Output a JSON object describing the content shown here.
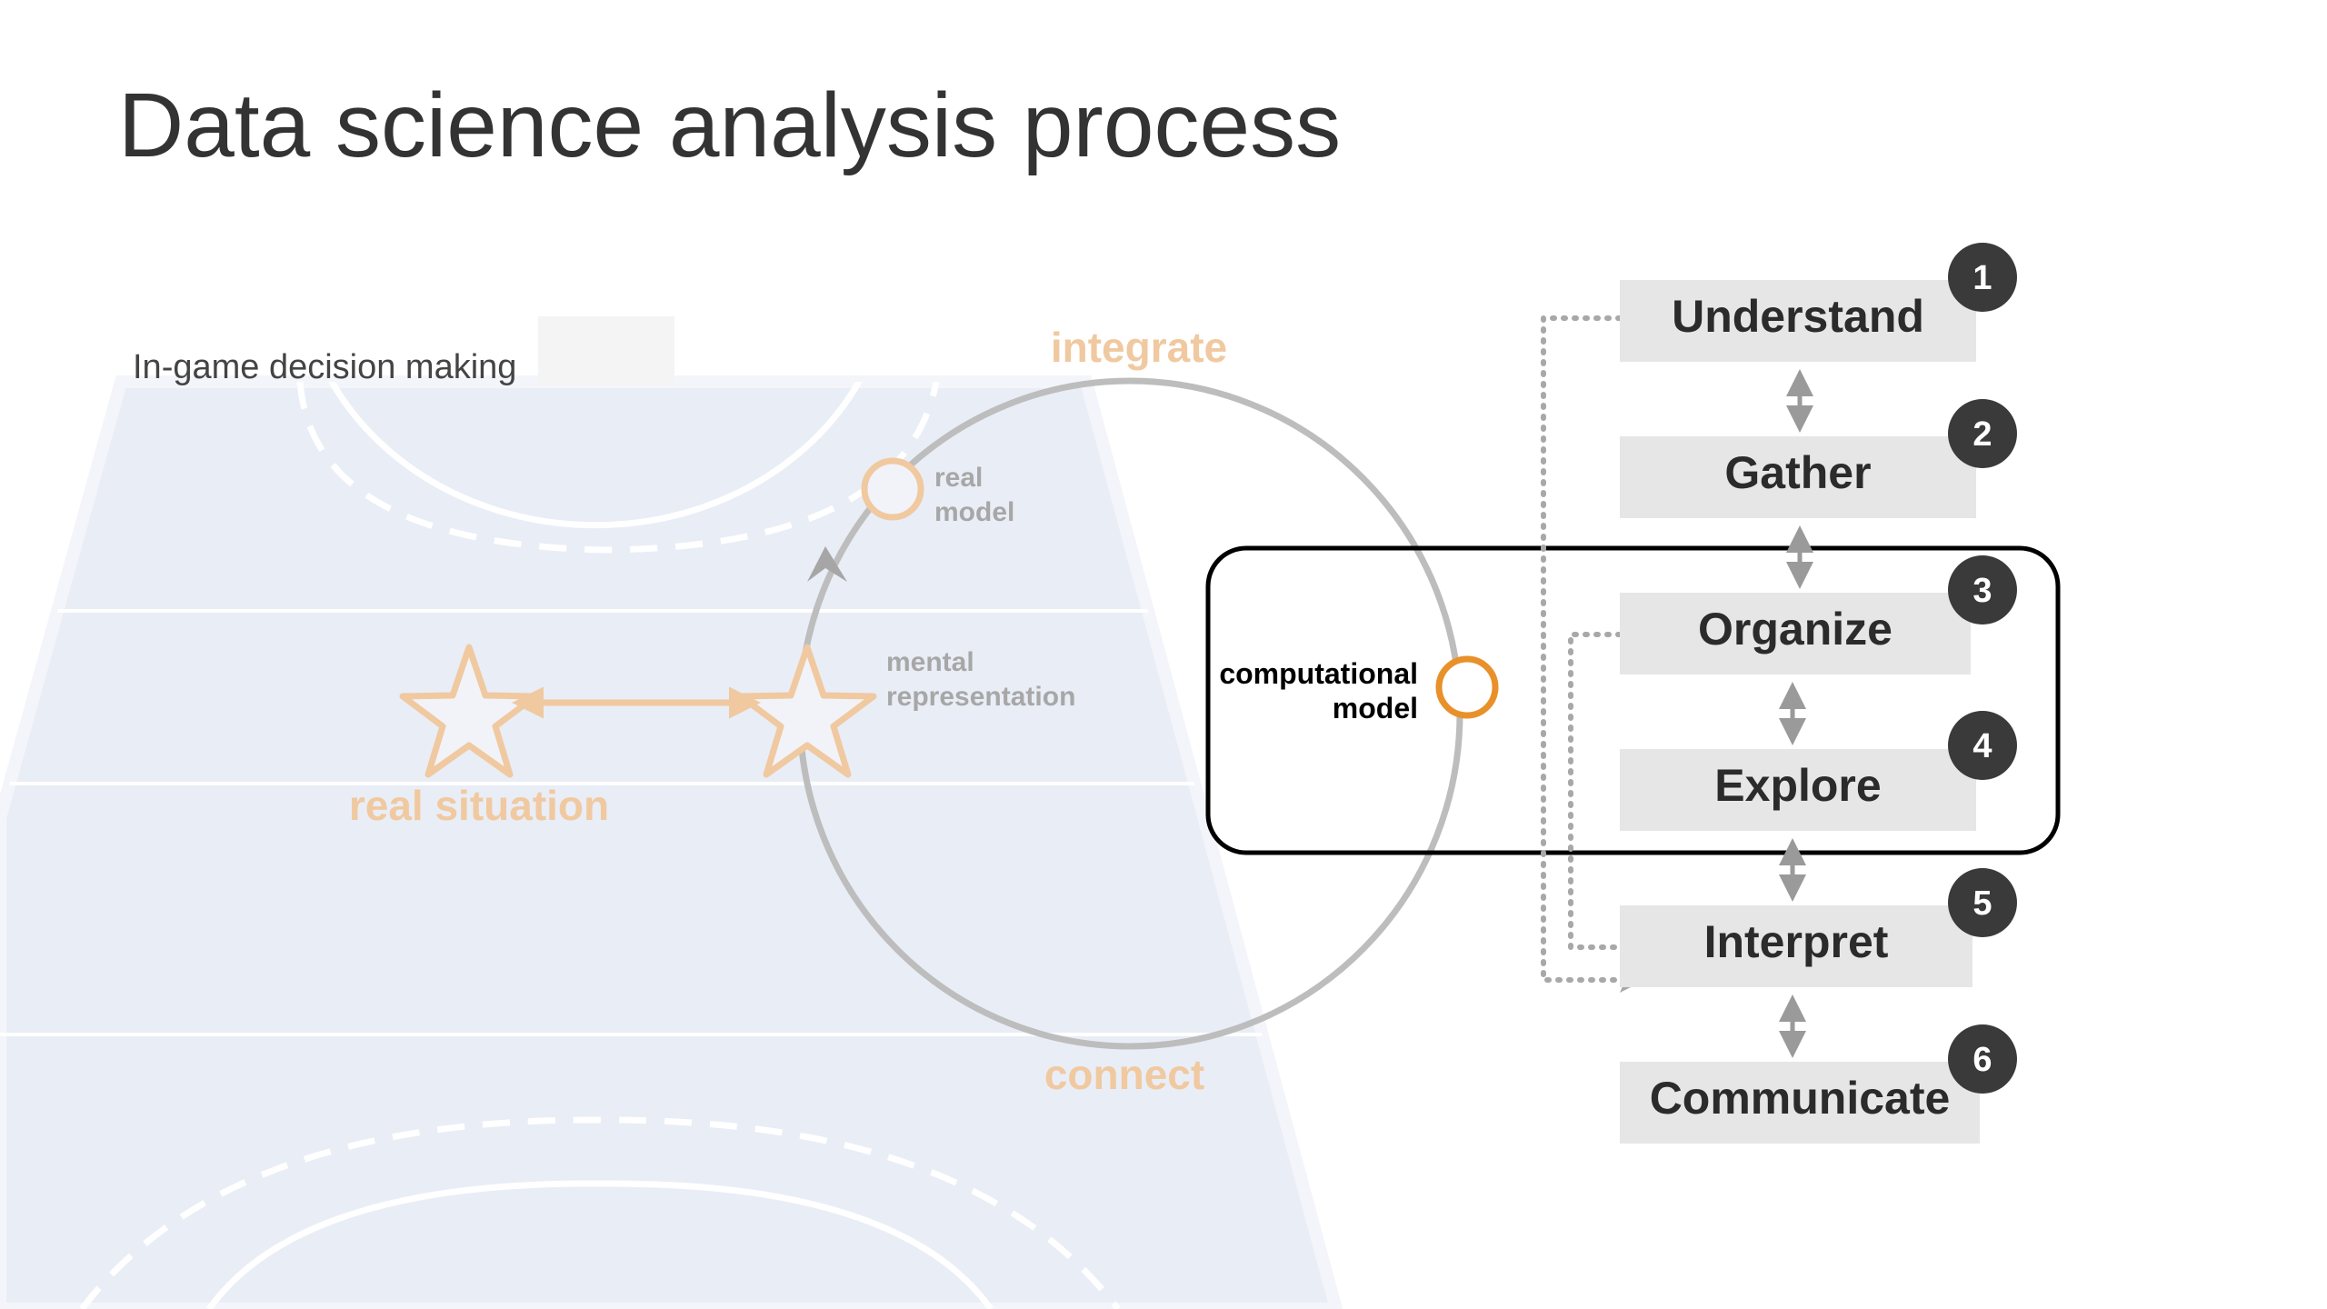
{
  "title": "Data science analysis process",
  "subtitle": "In-game decision making",
  "cycle": {
    "top_label": "integrate",
    "bottom_label": "connect",
    "real_model_line1": "real",
    "real_model_line2": "model",
    "mental_line1": "mental",
    "mental_line2": "representation",
    "computational_line1": "computational",
    "computational_line2": "model",
    "real_situation": "real situation"
  },
  "steps": [
    {
      "number": "1",
      "label": "Understand"
    },
    {
      "number": "2",
      "label": "Gather"
    },
    {
      "number": "3",
      "label": "Organize"
    },
    {
      "number": "4",
      "label": "Explore"
    },
    {
      "number": "5",
      "label": "Interpret"
    },
    {
      "number": "6",
      "label": "Communicate"
    }
  ],
  "colors": {
    "court": "#e9edf6",
    "orange_light": "#f0c9a0",
    "orange": "#e8912a",
    "grey_circle": "#bdbdbd",
    "step_box": "#e6e6e6",
    "badge": "#3a3a3a"
  }
}
